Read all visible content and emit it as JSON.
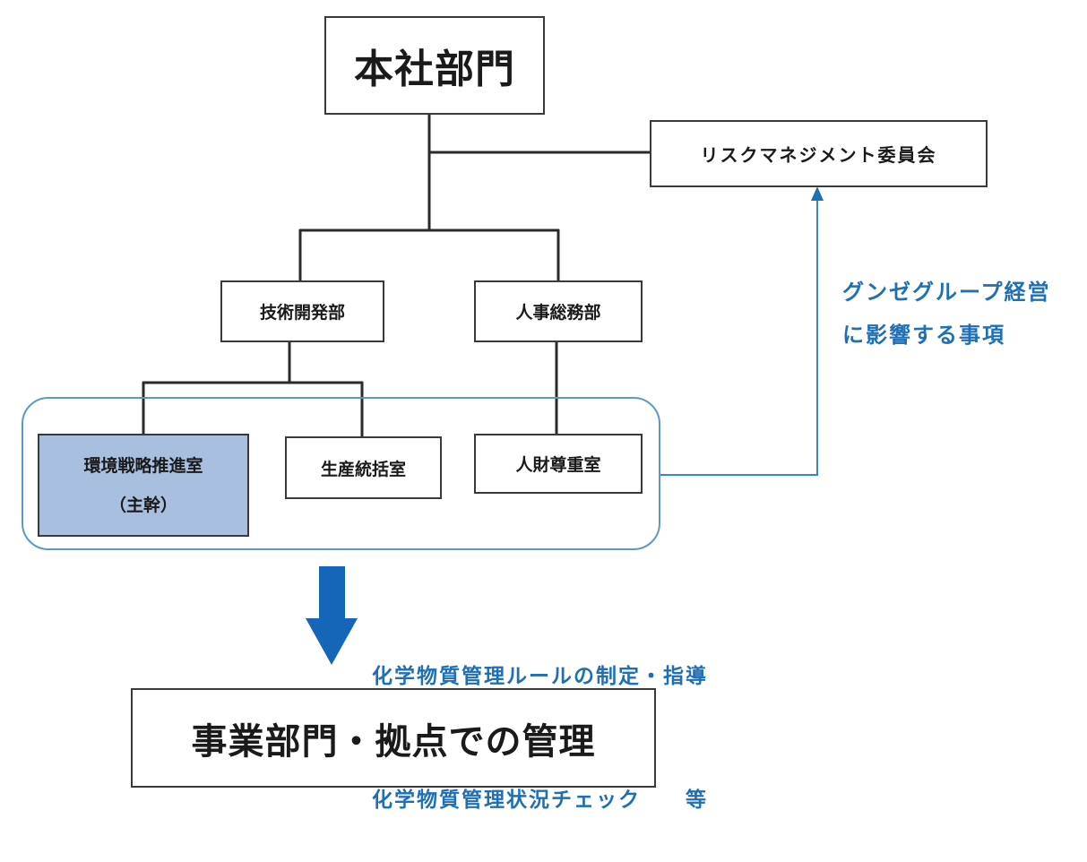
{
  "nodes": {
    "head_office": "本社部門",
    "risk_committee": "リスクマネジメント委員会",
    "tech_dev": "技術開発部",
    "hr_general": "人事総務部",
    "env_strategy_line1": "環境戦略推進室",
    "env_strategy_line2": "（主幹）",
    "production": "生産統括室",
    "talent": "人財尊重室",
    "business_units": "事業部門・拠点での管理"
  },
  "annotations": {
    "group_impact_line1": "グンゼグループ経営",
    "group_impact_line2": "に影響する事項",
    "chem_rule_line1": "化学物質管理ルールの制定・指導",
    "chem_rule_line2": "化学物質管理状況チェック　　等"
  },
  "colors": {
    "line": "#2b2b2b",
    "accent_blue": "#1f6fb5",
    "container_blue": "#5a9acb",
    "highlight_fill": "#a9bfe0",
    "arrow_blue": "#1565b8"
  }
}
